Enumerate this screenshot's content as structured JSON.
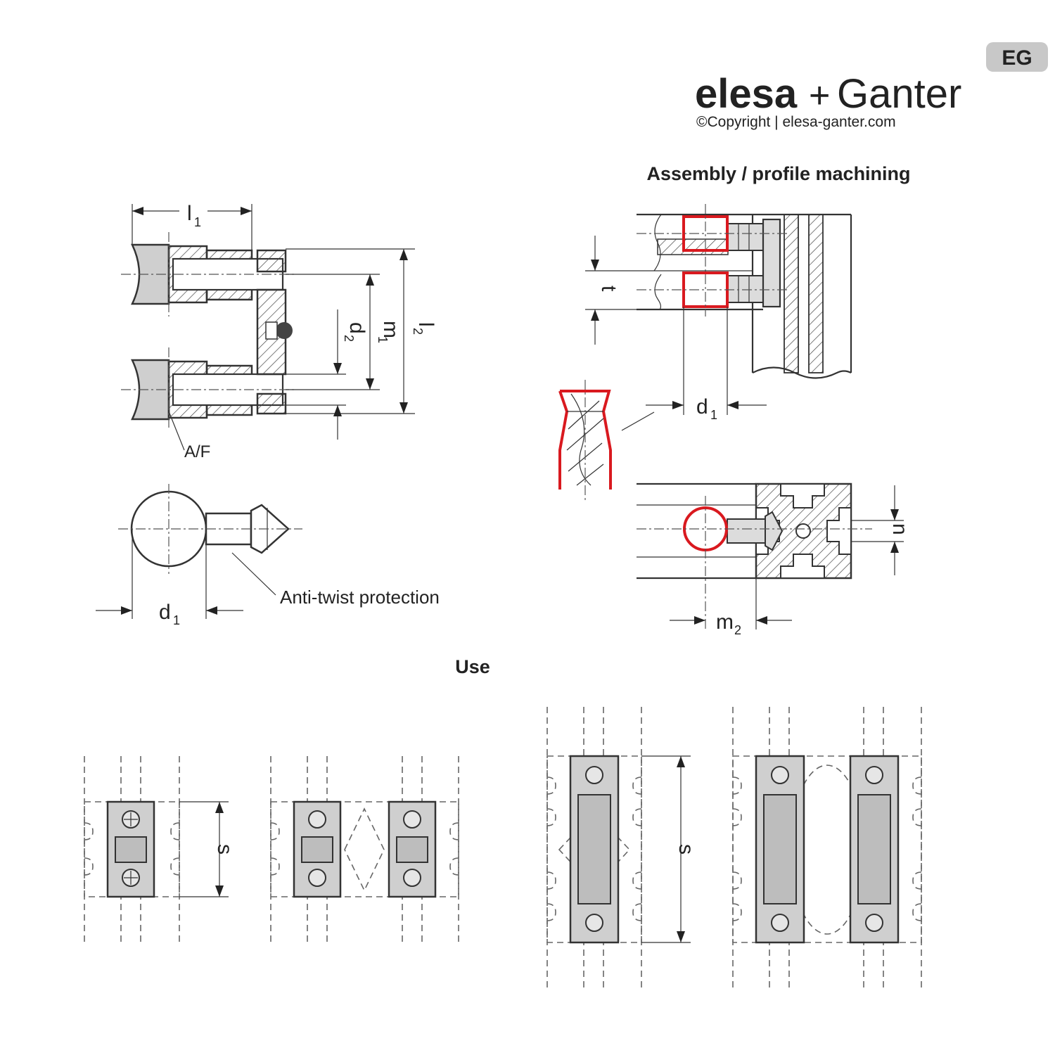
{
  "brand": {
    "logo_text_elesa": "elesa",
    "logo_text_plus": "+",
    "logo_text_ganter": "Ganter",
    "copyright": "©Copyright | elesa-ganter.com",
    "badge": "EG",
    "gray": "#b9b9b9"
  },
  "section_titles": {
    "assembly": "Assembly / profile machining",
    "use": "Use"
  },
  "labels": {
    "l1": "l",
    "l1_sub": "1",
    "l2": "l",
    "l2_sub": "2",
    "m1": "m",
    "m1_sub": "1",
    "d2": "d",
    "d2_sub": "2",
    "af": "A/F",
    "d1_left": "d",
    "d1_left_sub": "1",
    "anti_twist": "Anti-twist protection",
    "t": "t",
    "d1_right": "d",
    "d1_right_sub": "1",
    "n": "n",
    "m2": "m",
    "m2_sub": "2",
    "s_small": "s",
    "s_large": "s"
  },
  "colors": {
    "highlight": "#d9191f",
    "line": "#333333",
    "fill": "#d2d2d2"
  }
}
